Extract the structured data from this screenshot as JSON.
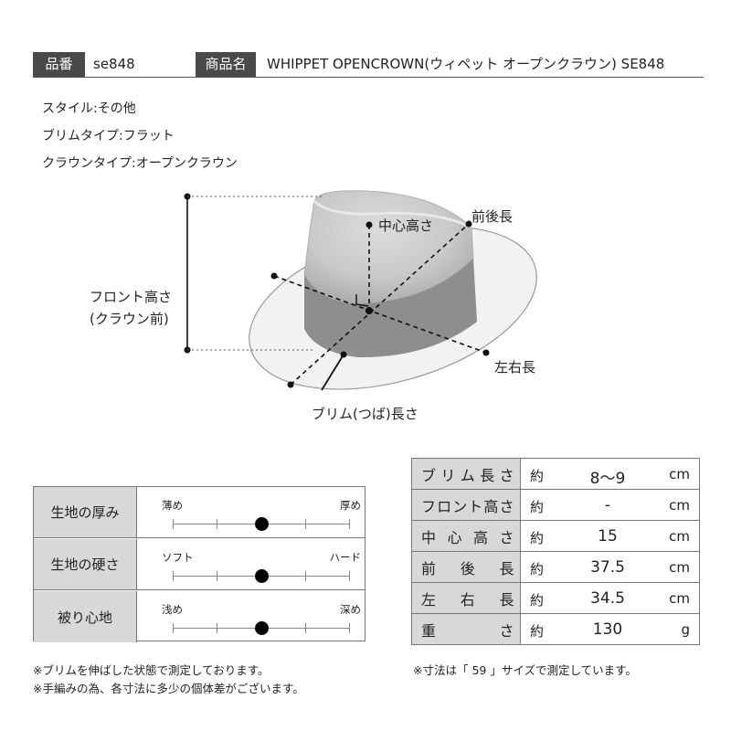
{
  "header": {
    "item_no_label": "品番",
    "item_no_value": "se848",
    "product_name_label": "商品名",
    "product_name_value": "WHIPPET OPENCROWN(ウィペット オープンクラウン) SE848"
  },
  "specs": [
    "スタイル:その他",
    "ブリムタイプ:フラット",
    "クラウンタイプ:オープンクラウン"
  ],
  "diagram": {
    "front_height": "フロント高さ",
    "front_height_sub": "(クラウン前)",
    "center_height": "中心高さ",
    "front_back_length": "前後長",
    "left_right_length": "左右長",
    "brim_length": "ブリム(つば)長さ"
  },
  "feel": [
    {
      "label": "生地の厚み",
      "left": "薄め",
      "right": "厚め",
      "level": 0.5
    },
    {
      "label": "生地の硬さ",
      "left": "ソフト",
      "right": "ハード",
      "level": 0.5
    },
    {
      "label": "被り心地",
      "left": "浅め",
      "right": "深め",
      "level": 0.5
    }
  ],
  "measurements": [
    {
      "label": "ブリム長さ",
      "prefix": "約",
      "value": "8〜9",
      "unit": "cm"
    },
    {
      "label": "フロント高さ",
      "prefix": "約",
      "value": "-",
      "unit": "cm"
    },
    {
      "label": "中心高さ",
      "prefix": "約",
      "value": "15",
      "unit": "cm"
    },
    {
      "label": "前後長",
      "prefix": "約",
      "value": "37.5",
      "unit": "cm"
    },
    {
      "label": "左右長",
      "prefix": "約",
      "value": "34.5",
      "unit": "cm"
    },
    {
      "label": "重さ",
      "prefix": "約",
      "value": "130",
      "unit": "g"
    }
  ],
  "notes": {
    "brim_note": "※ブリムを伸ばした状態で測定しております。",
    "handmade_note": "※手編みの為、各寸法に多少の個体差がございます。",
    "size_note": "※寸法は「 59 」サイズで測定しています。"
  },
  "colors": {
    "tag_bg": "#4a4a4a",
    "cell_bg": "#d8d8d8",
    "dot": "#000000"
  }
}
